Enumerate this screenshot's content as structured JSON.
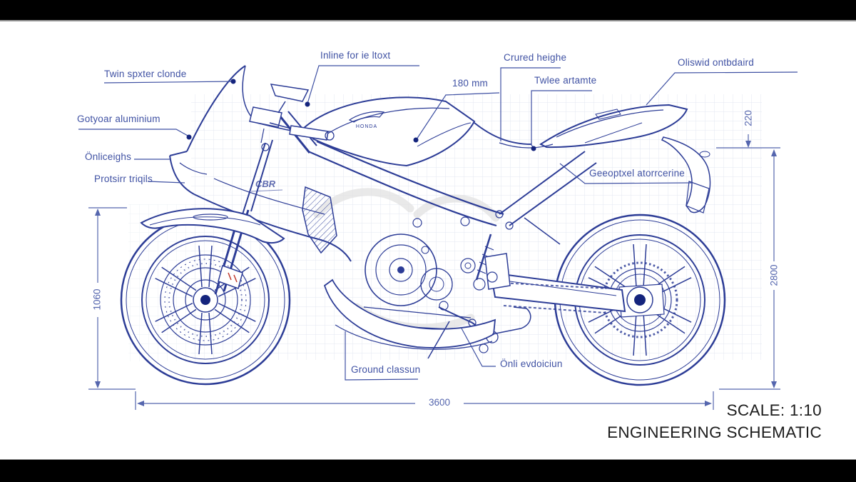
{
  "title_block": {
    "scale": "SCALE: 1:10",
    "doc_type": "ENGINEERING SCHEMATIC"
  },
  "callouts": {
    "twin_spar": "Twin spxter clonde",
    "front_upper": "Gotyoar aluminium",
    "fairing_left_1": "Önliceighs",
    "fairing_left_2": "Protsirr triqils",
    "inline_top": "Inline for ie ltoxt",
    "curb_height": "Crured heighe",
    "seat_area": "Twlee artamte",
    "rear_upper": "Oliswid ontbdaird",
    "rear_mid": "Geeoptxel atorrcerine",
    "ground": "Ground classun",
    "under_mid": "Önli evdoiciun"
  },
  "dimensions": {
    "clearance": "180 mm",
    "tail_height": "220",
    "rear_total": "2800",
    "front_height": "1060",
    "length": "3600"
  },
  "bike": {
    "tank_logo": "HONDA",
    "fairing_logo": "CBR"
  },
  "colors": {
    "line_blue": "#2c3c96",
    "label_blue": "#3f51a3",
    "dim_blue": "#5566ae",
    "grid": "#c7cfe2",
    "letterbox": "#000000",
    "title_text": "#1d1d1d"
  }
}
